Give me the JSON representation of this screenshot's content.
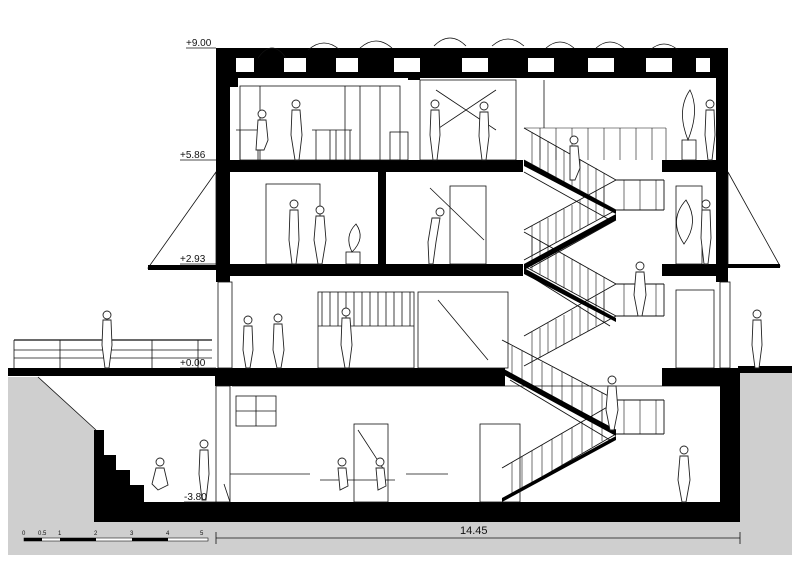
{
  "levels": {
    "roof": "+9.00",
    "second": "+5.86",
    "first": "+2.93",
    "ground": "+0.00",
    "basement": "-3.80"
  },
  "dimension": {
    "width_label": "14.45"
  },
  "scale_bar": {
    "ticks": [
      "0",
      "0.5",
      "1",
      "2",
      "3",
      "4",
      "5"
    ]
  },
  "colors": {
    "ground_fill": "#cfcfcf",
    "structure": "#000000",
    "line": "#111111"
  }
}
